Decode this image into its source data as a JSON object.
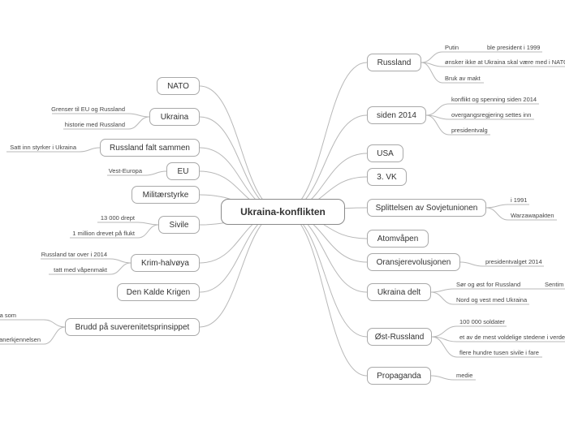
{
  "center": {
    "label": "Ukraina-konflikten"
  },
  "right": [
    {
      "label": "Russland",
      "subs": [
        "Putin",
        "ble president i 1999",
        "ønsker ikke at Ukraina skal være med i NATO",
        "Bruk av makt"
      ]
    },
    {
      "label": "siden 2014",
      "subs": [
        "konflikt og spenning siden 2014",
        "overgangsregjering settes inn",
        "presidentvalg"
      ]
    },
    {
      "label": "USA",
      "subs": []
    },
    {
      "label": "3. VK",
      "subs": []
    },
    {
      "label": "Splittelsen av Sovjetunionen",
      "subs": [
        "i 1991",
        "Warzawapakten"
      ]
    },
    {
      "label": "Atomvåpen",
      "subs": []
    },
    {
      "label": "Oransjerevolusjonen",
      "subs": [
        "presidentvalget 2014"
      ]
    },
    {
      "label": "Ukraina delt",
      "subs": [
        "Sør og øst for Russland",
        "Sentim",
        "Nord og vest med Ukraina"
      ]
    },
    {
      "label": "Øst-Russland",
      "subs": [
        "100 000 soldater",
        "et av de mest voldelige stedene i verden",
        "flere hundre tusen sivile i fare"
      ]
    },
    {
      "label": "Propaganda",
      "subs": [
        "medie"
      ]
    }
  ],
  "left": [
    {
      "label": "NATO",
      "subs": []
    },
    {
      "label": "Ukraina",
      "subs": [
        "Grenser til EU og Russland",
        "historie med Russland"
      ]
    },
    {
      "label": "Russland falt sammen",
      "subs": [
        "Satt inn styrker i Ukraina"
      ]
    },
    {
      "label": "EU",
      "subs": [
        "Vest-Europa"
      ]
    },
    {
      "label": "Militærstyrke",
      "subs": []
    },
    {
      "label": "Sivile",
      "subs": [
        "13 000 drept",
        "1 million drevet på flukt"
      ]
    },
    {
      "label": "Krim-halvøya",
      "subs": [
        "Russland tar over i 2014",
        "tatt med våpenmakt"
      ]
    },
    {
      "label": "Den Kalde Krigen",
      "subs": []
    },
    {
      "label": "Brudd på suverenitetsprinsippet",
      "subs": [
        "a som",
        "anerkjennelsen"
      ]
    }
  ]
}
